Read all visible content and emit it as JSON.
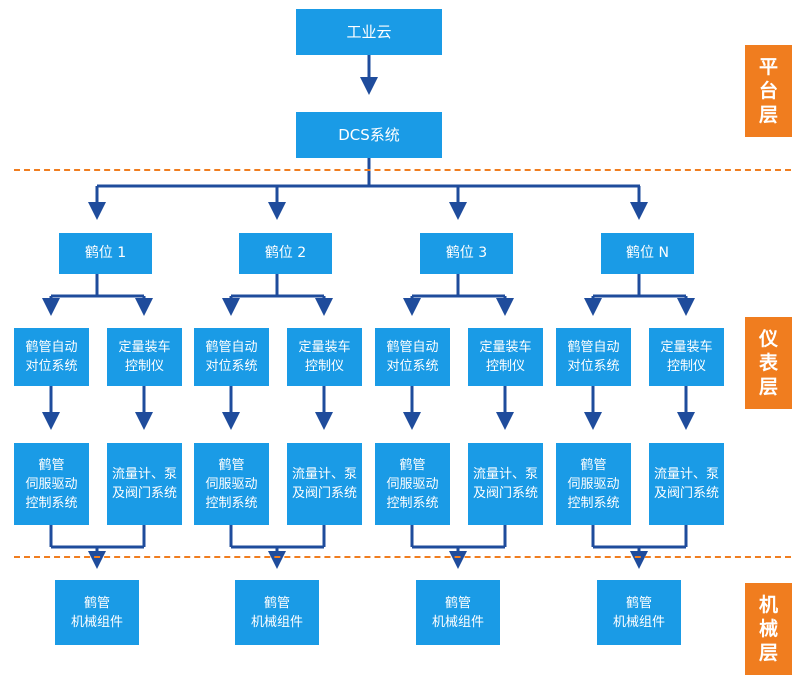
{
  "colors": {
    "box": "#1a9be6",
    "connector": "#1f4c9c",
    "layer_label": "#f07d1f",
    "divider": "#f07d1f"
  },
  "top_nodes": {
    "cloud": "工业云",
    "dcs": "DCS系统"
  },
  "cranes": [
    {
      "label": "鹤位 1",
      "auto_align": [
        "鹤管自动",
        "对位系统"
      ],
      "quant": [
        "定量装车",
        "控制仪"
      ],
      "servo": [
        "鹤管",
        "伺服驱动",
        "控制系统"
      ],
      "flow": [
        "流量计、泵",
        "及阀门系统"
      ],
      "mech": [
        "鹤管",
        "机械组件"
      ]
    },
    {
      "label": "鹤位 2",
      "auto_align": [
        "鹤管自动",
        "对位系统"
      ],
      "quant": [
        "定量装车",
        "控制仪"
      ],
      "servo": [
        "鹤管",
        "伺服驱动",
        "控制系统"
      ],
      "flow": [
        "流量计、泵",
        "及阀门系统"
      ],
      "mech": [
        "鹤管",
        "机械组件"
      ]
    },
    {
      "label": "鹤位 3",
      "auto_align": [
        "鹤管自动",
        "对位系统"
      ],
      "quant": [
        "定量装车",
        "控制仪"
      ],
      "servo": [
        "鹤管",
        "伺服驱动",
        "控制系统"
      ],
      "flow": [
        "流量计、泵",
        "及阀门系统"
      ],
      "mech": [
        "鹤管",
        "机械组件"
      ]
    },
    {
      "label": "鹤位 N",
      "auto_align": [
        "鹤管自动",
        "对位系统"
      ],
      "quant": [
        "定量装车",
        "控制仪"
      ],
      "servo": [
        "鹤管",
        "伺服驱动",
        "控制系统"
      ],
      "flow": [
        "流量计、泵",
        "及阀门系统"
      ],
      "mech": [
        "鹤管",
        "机械组件"
      ]
    }
  ],
  "layers": [
    {
      "name": "平台层",
      "chars": [
        "平",
        "台",
        "层"
      ]
    },
    {
      "name": "仪表层",
      "chars": [
        "仪",
        "表",
        "层"
      ]
    },
    {
      "name": "机械层",
      "chars": [
        "机",
        "械",
        "层"
      ]
    }
  ]
}
